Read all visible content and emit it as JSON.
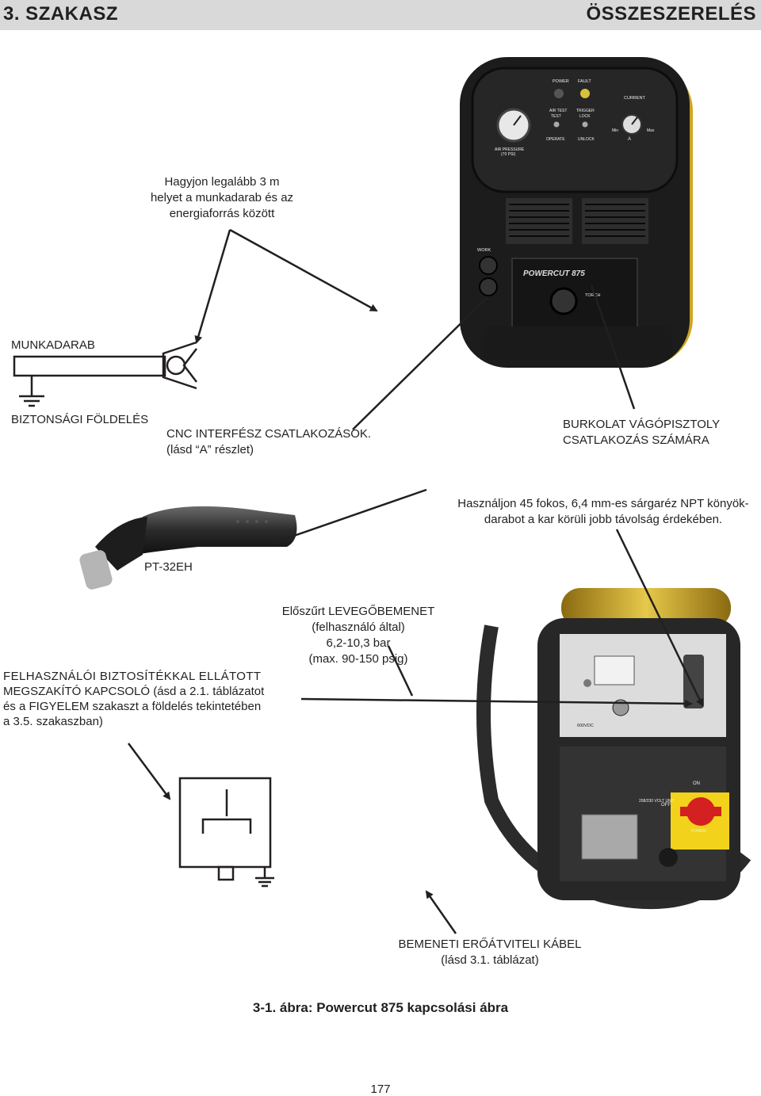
{
  "header": {
    "section": "3. SZAKASZ",
    "title": "ÖSSZESZERELÉS"
  },
  "labels": {
    "distance": [
      "Hagyjon legalább 3 m",
      "helyet a munkadarab és az",
      "energiaforrás között"
    ],
    "workpiece": "MUNKADARAB",
    "safety_ground": "BIZTONSÁGI FÖLDELÉS",
    "cnc": [
      "CNC INTERFÉSZ CSATLAKOZÁSOK.",
      "(lásd “A” részlet)"
    ],
    "torch_conn": [
      "BURKOLAT VÁGÓPISZTOLY",
      "CSATLAKOZÁS SZÁMÁRA"
    ],
    "elbow": [
      "Használjon 45 fokos, 6,4 mm-es sárgaréz NPT könyök-",
      "darabot a kar körüli jobb távolság érdekében."
    ],
    "torch_model": "PT-32EH",
    "air_input": [
      "Előszűrt LEVEGŐBEMENET",
      "(felhasználó által)",
      "6,2-10,3 bar",
      "(max. 90-150 psig)"
    ],
    "disconnect": [
      "FELHASZNÁLÓI BIZTOSÍTÉKKAL ELLÁTOTT",
      "MEGSZAKÍTÓ KAPCSOLÓ (ásd a 2.1. táblázatot",
      "és a FIGYELEM szakaszt a földelés tekintetében",
      "a 3.5. szakaszban)"
    ],
    "input_cable": [
      "BEMENETI ERŐÁTVITELI KÁBEL",
      "(lásd 3.1. táblázat)"
    ]
  },
  "front_panel": {
    "power": "POWER",
    "fault": "FAULT",
    "current": "CURRENT",
    "air_test": "AIR TEST",
    "test": "TEST",
    "trigger_lock": "TRIGGER",
    "lock": "LOCK",
    "operate": "OPERATE",
    "unlock": "UNLOCK",
    "air_pressure": "AIR PRESSURE",
    "psi": "(70 PSI)",
    "work": "WORK",
    "torch": "TORCH",
    "brand": "POWERCUT 875",
    "dial_min": "Min",
    "dial_max": "Max",
    "dial_a": "A"
  },
  "rear_panel": {
    "on": "ON",
    "off": "OFF",
    "unit": "208/230 VOLT UNIT",
    "power": "POWER",
    "vdc": "600VDC"
  },
  "caption": "3-1. ábra: Powercut 875 kapcsolási ábra",
  "page_number": "177"
}
